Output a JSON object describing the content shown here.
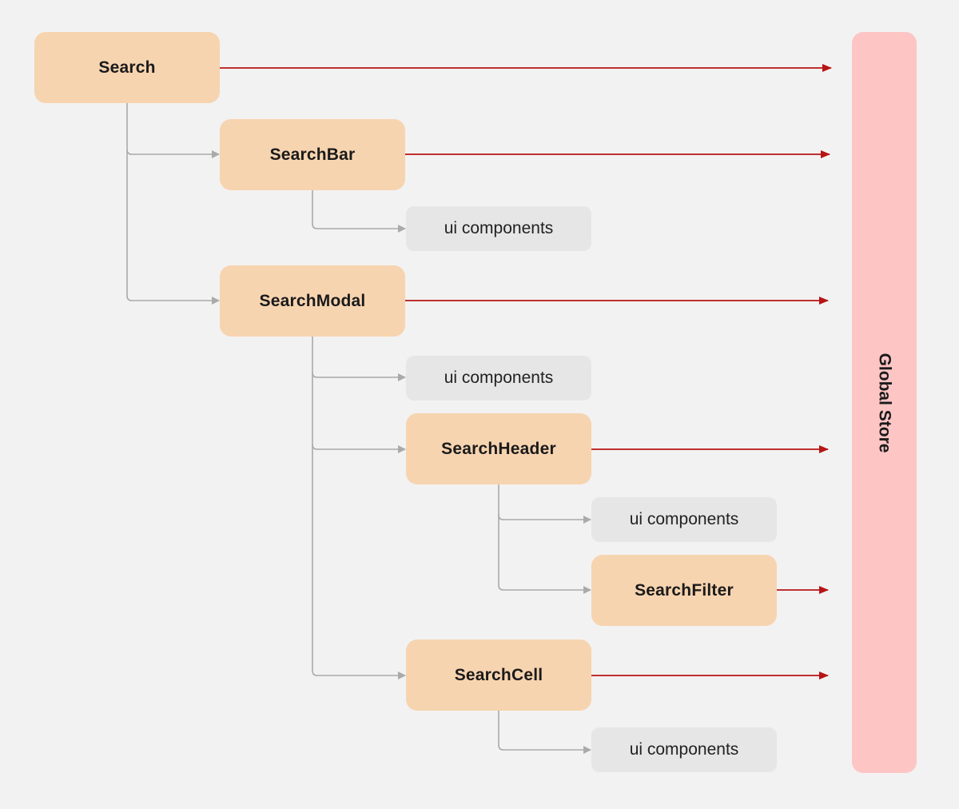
{
  "colors": {
    "background": "#f2f2f2",
    "component_box": "#f7d4b0",
    "ui_box": "#e6e6e6",
    "store_box": "#fec5c5",
    "tree_connector": "#aaaaaa",
    "store_arrow": "#b81414"
  },
  "nodes": {
    "search": "Search",
    "search_bar": "SearchBar",
    "search_bar_ui": "ui components",
    "search_modal": "SearchModal",
    "search_modal_ui": "ui components",
    "search_header": "SearchHeader",
    "search_header_ui": "ui components",
    "search_filter": "SearchFilter",
    "search_cell": "SearchCell",
    "search_cell_ui": "ui components"
  },
  "store": {
    "label": "Global Store"
  },
  "edges": {
    "hierarchy": [
      [
        "Search",
        "SearchBar"
      ],
      [
        "Search",
        "SearchModal"
      ],
      [
        "SearchBar",
        "ui components"
      ],
      [
        "SearchModal",
        "ui components"
      ],
      [
        "SearchModal",
        "SearchHeader"
      ],
      [
        "SearchModal",
        "SearchCell"
      ],
      [
        "SearchHeader",
        "ui components"
      ],
      [
        "SearchHeader",
        "SearchFilter"
      ],
      [
        "SearchCell",
        "ui components"
      ]
    ],
    "to_store": [
      "Search",
      "SearchBar",
      "SearchModal",
      "SearchHeader",
      "SearchFilter",
      "SearchCell"
    ]
  }
}
